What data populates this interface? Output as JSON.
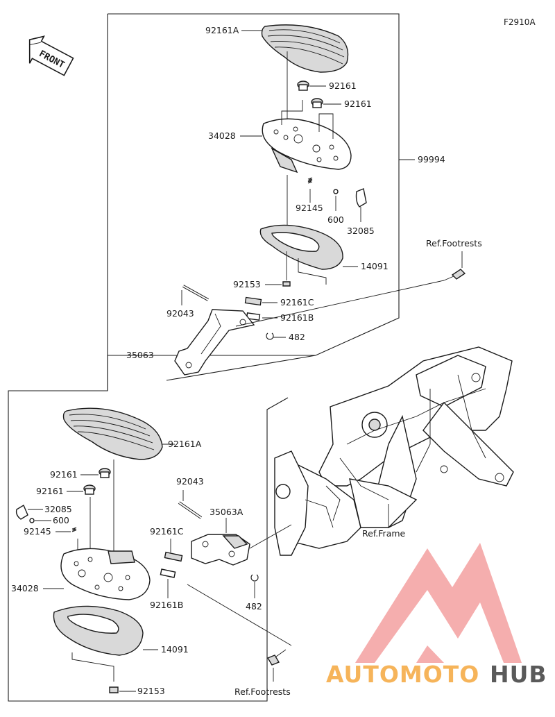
{
  "figure_code": "F2910A",
  "front_label": "FRONT",
  "watermark": {
    "left": "AUTOMOTO",
    "right": "HUB",
    "accent_color": "#f6b45a",
    "logo_color": "#f08080",
    "dark_color": "#5a5a5a"
  },
  "upper_group": {
    "board_label": "92161A",
    "damper_1": "92161",
    "damper_2": "92161",
    "bracket_label": "34028",
    "assembly_label": "99994",
    "spring_label": "92145",
    "ball_label": "600",
    "plate_label": "32085",
    "cover_label": "14091",
    "screw_label": "92153",
    "pin_label": "92043",
    "spacer_c_label": "92161C",
    "spacer_b_label": "92161B",
    "clip_label": "482",
    "stay_label": "35063",
    "ref_footrests": "Ref.Footrests"
  },
  "lower_group": {
    "board_label": "92161A",
    "damper_1": "92161",
    "damper_2": "92161",
    "plate_label": "32085",
    "ball_label": "600",
    "spring_label": "92145",
    "bracket_label": "34028",
    "cover_label": "14091",
    "screw_label": "92153",
    "pin_label": "92043",
    "stay_label": "35063A",
    "spacer_c_label": "92161C",
    "spacer_b_label": "92161B",
    "clip_label": "482",
    "ref_footrests": "Ref.Footrests"
  },
  "frame_label": "Ref.Frame"
}
